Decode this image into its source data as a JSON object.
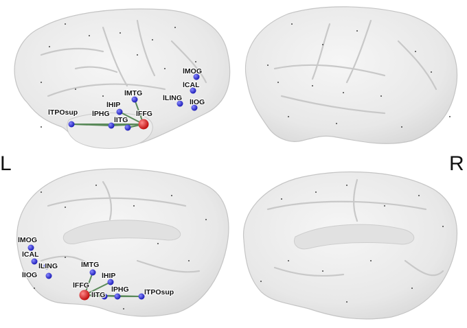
{
  "hemisphere_labels": {
    "left": "L",
    "right": "R"
  },
  "colors": {
    "hub_node": "#d42020",
    "region_node": "#2a2ac8",
    "edge": "#5a8a5a",
    "brain_surface": "#e9e9e9",
    "sulcus": "#cfcfcf"
  },
  "views": {
    "left_lateral": {
      "nodes": [
        {
          "label": "lMOG"
        },
        {
          "label": "lCAL"
        },
        {
          "label": "lLING"
        },
        {
          "label": "lIOG"
        },
        {
          "label": "lMTG"
        },
        {
          "label": "lHIP"
        },
        {
          "label": "lPHG"
        },
        {
          "label": "lITG"
        },
        {
          "label": "lFFG"
        },
        {
          "label": "lTPOsup"
        }
      ]
    },
    "left_medial": {
      "nodes": [
        {
          "label": "lMOG"
        },
        {
          "label": "lCAL"
        },
        {
          "label": "lLING"
        },
        {
          "label": "lIOG"
        },
        {
          "label": "lMTG"
        },
        {
          "label": "lHIP"
        },
        {
          "label": "lFFG"
        },
        {
          "label": "lPHG"
        },
        {
          "label": "lITG"
        },
        {
          "label": "lTPOsup"
        }
      ]
    }
  }
}
